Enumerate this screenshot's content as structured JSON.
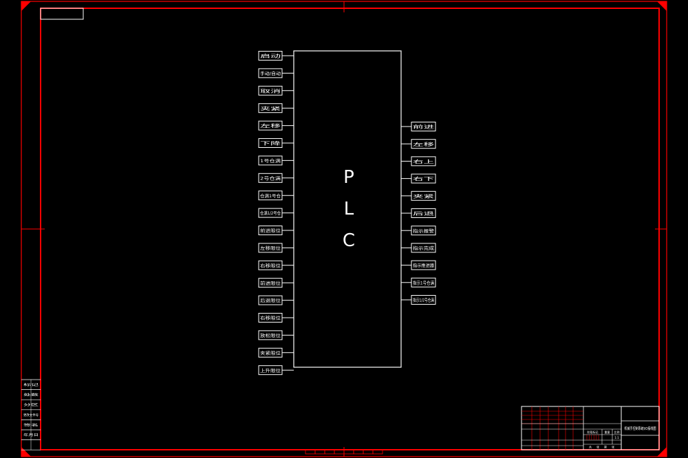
{
  "colors": {
    "background": "#000000",
    "frame": "#ff0000",
    "lines": "#ffffff"
  },
  "plc": {
    "letters": [
      "P",
      "L",
      "C"
    ]
  },
  "inputs": [
    "启动",
    "手动/自动",
    "取消",
    "夹紧",
    "左移",
    "下降",
    "1号仓满",
    "2号仓满",
    "仓满1号仓",
    "仓满1/2号仓",
    "前进限位",
    "左移限位",
    "右移限位",
    "前进限位",
    "后退限位",
    "右移限位",
    "放松限位",
    "夹紧限位",
    "上升限位"
  ],
  "outputs": [
    "前进",
    "左移",
    "右上",
    "右下",
    "夹紧",
    "后退",
    "指示报警",
    "指示完成",
    "指示推进器",
    "指示1号仓满",
    "指示1/2号仓满"
  ],
  "left_block": {
    "labels": [
      "标记",
      "处数",
      "分区",
      "更改文件号",
      "签名",
      "年月日"
    ]
  },
  "title_block": {
    "drawing_title": "机械手控制系统I/O接线图",
    "labels": [
      "阶段标记",
      "重量",
      "比例"
    ],
    "scale": "1:1",
    "sheet_labels": [
      "共",
      "张",
      "第",
      "张"
    ]
  }
}
